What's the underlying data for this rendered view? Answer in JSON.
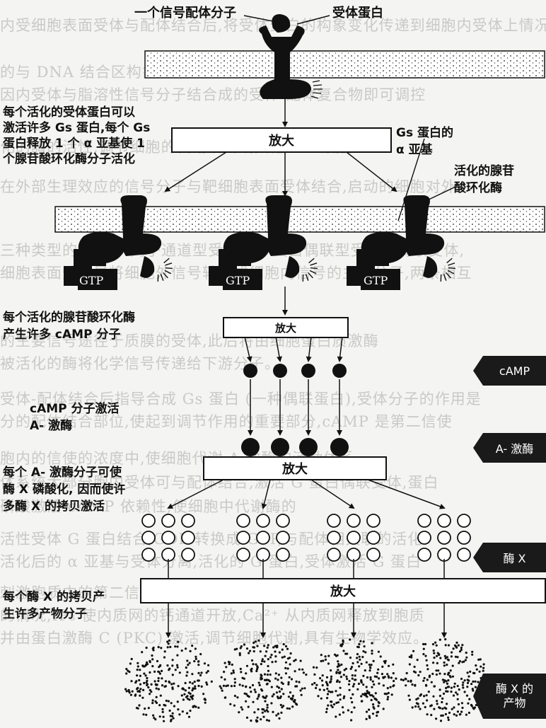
{
  "labels": {
    "signal_ligand": "一个信号配体分子",
    "receptor_protein": "受体蛋白",
    "receptor_step": "每个活化的受体蛋白可以\n激活许多 Gs 蛋白,每个 Gs\n蛋白释放 1 个 α 亚基使 1\n个腺苷酸环化酶分子活化",
    "gs_alpha": "Gs 蛋白的\nα 亚基",
    "activated_adenylyl_cyclase": "活化的腺苷\n酸环化酶",
    "cyclase_step": "每个活化的腺苷酸环化酶\n产生许多 cAMP 分子",
    "camp_step": "cAMP 分子激活\nA- 激酶",
    "kinase_step": "每个 A- 激酶分子可使\n酶 X 磷酸化, 因而使许\n多酶 X 的拷贝激活",
    "enzyme_step": "每个酶 X 的拷贝产\n生许多产物分子",
    "gtp": "GTP"
  },
  "amplify_label": "放大",
  "side_tags": {
    "camp": "cAMP",
    "kinase_a": "A- 激酶",
    "enzyme_x": "酶 X",
    "products": "酶 X 的\n产物"
  },
  "colors": {
    "ink": "#111111",
    "paper": "#f4f4f2",
    "ghost_text": "#c9c9c6"
  }
}
